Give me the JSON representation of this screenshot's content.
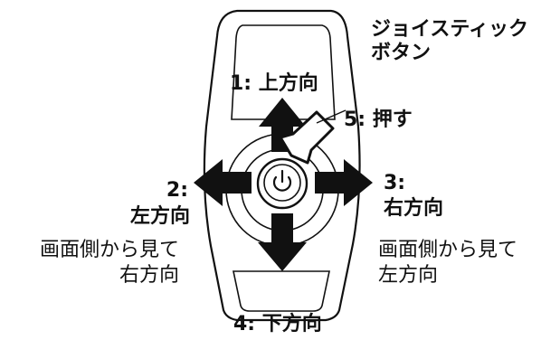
{
  "title_line1": "ジョイスティック",
  "title_line2": "ボタン",
  "directions": {
    "up": "1: 上方向",
    "left_num": "2:",
    "left_dir": "左方向",
    "right_num": "3:",
    "right_dir": "右方向",
    "down": "4: 下方向",
    "press": "5: 押す"
  },
  "notes": {
    "left_line1": "画面側から見て",
    "left_line2": "右方向",
    "right_line1": "画面側から見て",
    "right_line2": "左方向"
  },
  "icons": [
    "power-icon",
    "arrow-up-icon",
    "arrow-down-icon",
    "arrow-left-icon",
    "arrow-right-icon",
    "press-arrow-icon"
  ]
}
